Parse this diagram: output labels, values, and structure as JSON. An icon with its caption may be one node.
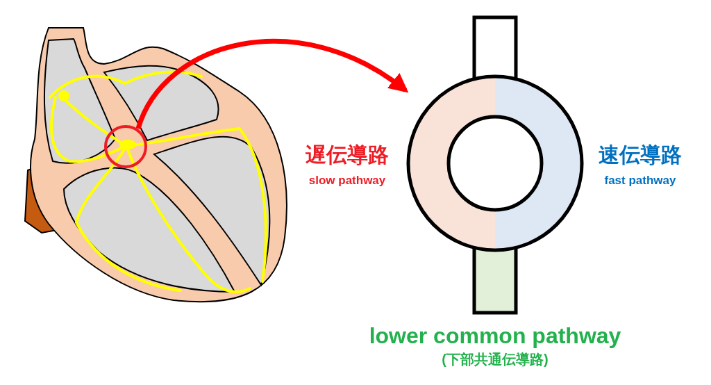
{
  "diagram": {
    "nodes": [
      {
        "text": [],
        "shape": "picture"
      },
      {
        "text": [],
        "shape": "circle",
        "in": 0
      },
      {
        "text": [],
        "shape": "picture"
      }
    ],
    "edges": [
      {
        "from": 1,
        "to": 2,
        "arrow": "to"
      }
    ],
    "labels": [
      "遅伝導路",
      "slow pathway",
      "速伝導路",
      "fast pathway",
      "lower common pathway",
      "(下部共通伝導路)"
    ]
  }
}
